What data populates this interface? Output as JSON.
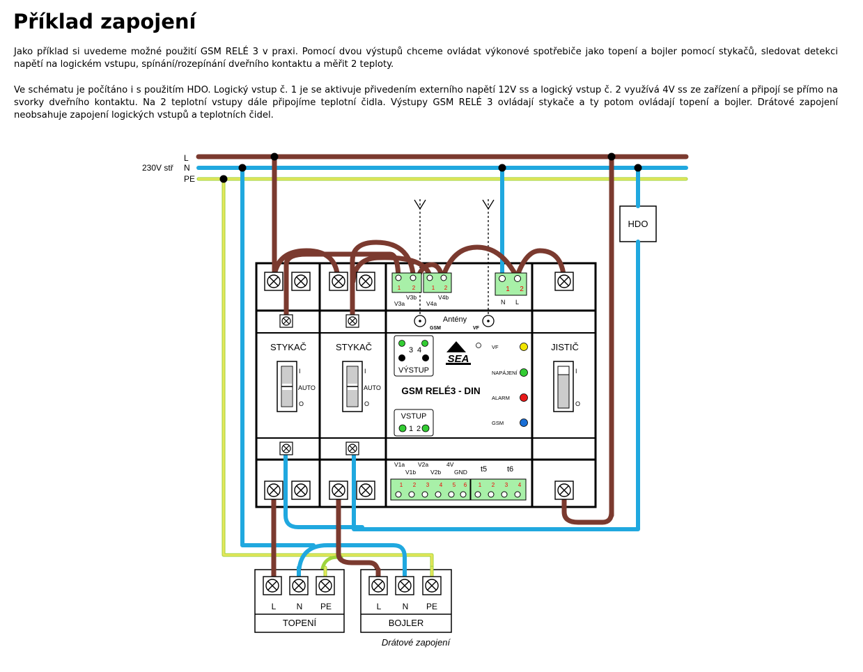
{
  "title": "Příklad zapojení",
  "paragraph1": "Jako příklad si uvedeme možné použití GSM RELÉ 3 v praxi. Pomocí dvou výstupů chceme ovládat výkonové spotřebiče jako topení a bojler pomocí stykačů, sledovat detekci napětí na logickém vstupu,  spínání/rozepínání dveřního kontaktu a měřit 2 teploty.",
  "paragraph2": "Ve schématu je počítáno i s použitím HDO. Logický vstup č. 1 je se aktivuje přivedením externího napětí 12V ss a logický vstup č. 2 využívá 4V ss ze zařízení a připojí se přímo na svorky dveřního kontaktu. Na 2 teplotní vstupy dále připojíme teplotní čidla. Výstupy GSM RELÉ 3 ovládají stykače a ty potom ovládají topení a bojler. Drátové zapojení neobsahuje zapojení logických vstupů a teplotních čidel.",
  "diagram": {
    "supply": {
      "L": "L",
      "N": "N",
      "PE": "PE",
      "voltage": "230V stř"
    },
    "hdo": "HDO",
    "contactor1": "STYKAČ",
    "contactor2": "STYKAČ",
    "breaker": "JISTIČ",
    "switch_I": "I",
    "switch_auto": "AUTO",
    "switch_O": "O",
    "device": {
      "name": "GSM RELÉ3 - DIN",
      "antennas": "Antény",
      "gsm": "GSM",
      "vf": "VF",
      "output_label": "VÝSTUP",
      "output_3": "3",
      "output_4": "4",
      "input_label": "VSTUP",
      "input_1": "1",
      "input_2": "2",
      "logo": "SEA",
      "led_vf": "VF",
      "led_power": "NAPÁJENÍ",
      "led_alarm": "ALARM",
      "led_gsm": "GSM",
      "top_term_v3a": "V3a",
      "top_term_v3b": "V3b",
      "top_term_v4a": "V4a",
      "top_term_v4b": "V4b",
      "pin1": "1",
      "pin2": "2",
      "pin3": "3",
      "pin4": "4",
      "pin5": "5",
      "pin6": "6",
      "power_N": "N",
      "power_L": "L",
      "bottom_v1a": "V1a",
      "bottom_v1b": "V1b",
      "bottom_v2a": "V2a",
      "bottom_v2b": "V2b",
      "bottom_4v": "4V",
      "bottom_gnd": "GND",
      "bottom_t5": "t5",
      "bottom_t6": "t6"
    },
    "loads": {
      "heating": "TOPENÍ",
      "boiler": "BOJLER",
      "L": "L",
      "N": "N",
      "PE": "PE"
    },
    "caption": "Drátové zapojení"
  },
  "colors": {
    "brown_wire": "#7b3a2f",
    "blue_wire": "#20a8df",
    "pe_wire": "#9dd43d",
    "terminal_green": "#a8f0a8",
    "led_green": "#33cc33",
    "led_yellow": "#f2e600",
    "led_red": "#e81a1a",
    "led_blue": "#1a6fd6"
  }
}
